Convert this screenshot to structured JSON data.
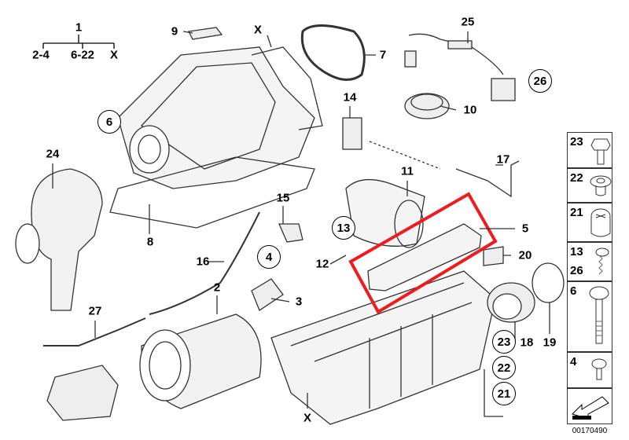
{
  "diagram": {
    "labels": {
      "l1": "1",
      "l2_4": "2-4",
      "l6_22": "6-22",
      "lx_top": "X",
      "l9": "9",
      "lx2": "X",
      "l7": "7",
      "l25": "25",
      "l26": "26",
      "l6": "6",
      "l14": "14",
      "l10": "10",
      "l24": "24",
      "l11": "11",
      "l17": "17",
      "l8": "8",
      "l15": "15",
      "l13": "13",
      "l5": "5",
      "l12": "12",
      "l20": "20",
      "l16": "16",
      "l4": "4",
      "l2": "2",
      "l3": "3",
      "l27": "27",
      "l23": "23",
      "l18": "18",
      "l19": "19",
      "l22": "22",
      "l21": "21",
      "lx3": "X"
    },
    "fasteners": [
      "23",
      "22",
      "21",
      "13",
      "26",
      "6",
      "4"
    ],
    "diagram_code": "00170490",
    "highlight_color": "#ee1c1c",
    "highlighted_part": "5"
  }
}
